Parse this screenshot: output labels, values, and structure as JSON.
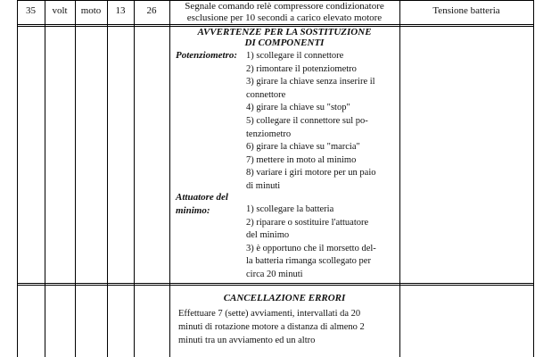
{
  "row1": {
    "c1": "35",
    "c2": "volt",
    "c3": "moto",
    "c4": "13",
    "c5": "26",
    "desc_line1": "Segnale comando relè compressore condizionatore",
    "desc_line2": "esclusione per 10 secondi a carico elevato motore",
    "notes": "Tensione batteria"
  },
  "warnings": {
    "title_line1": "AVVERTENZE PER LA SOSTITUZIONE",
    "title_line2": "DI COMPONENTI",
    "pot_label": "Potenziometro:",
    "pot_steps": [
      "1) scollegare il connettore",
      "2) rimontare il potenziometro",
      "3) girare la chiave senza inserire il",
      "connettore",
      "4) girare la chiave su \"stop\"",
      "5) collegare il connettore sul po-",
      "tenziometro",
      "6) girare la chiave su \"marcia\"",
      "7) mettere in moto al minimo",
      "8) variare i giri motore per un paio",
      "di minuti"
    ],
    "att_label_line1": "Attuatore del",
    "att_label_line2": "minimo:",
    "att_steps": [
      "1) scollegare la batteria",
      "2) riparare o sostituire l'attuatore",
      "del minimo",
      "3) è opportuno che il morsetto del-",
      "la batteria rimanga scollegato per",
      "circa 20 minuti"
    ]
  },
  "errors": {
    "title": "CANCELLAZIONE ERRORI",
    "lines": [
      "Effettuare 7 (sette) avviamenti, intervallati da 20",
      "minuti di rotazione motore a distanza di almeno 2",
      "minuti tra un avviamento ed un altro"
    ]
  }
}
